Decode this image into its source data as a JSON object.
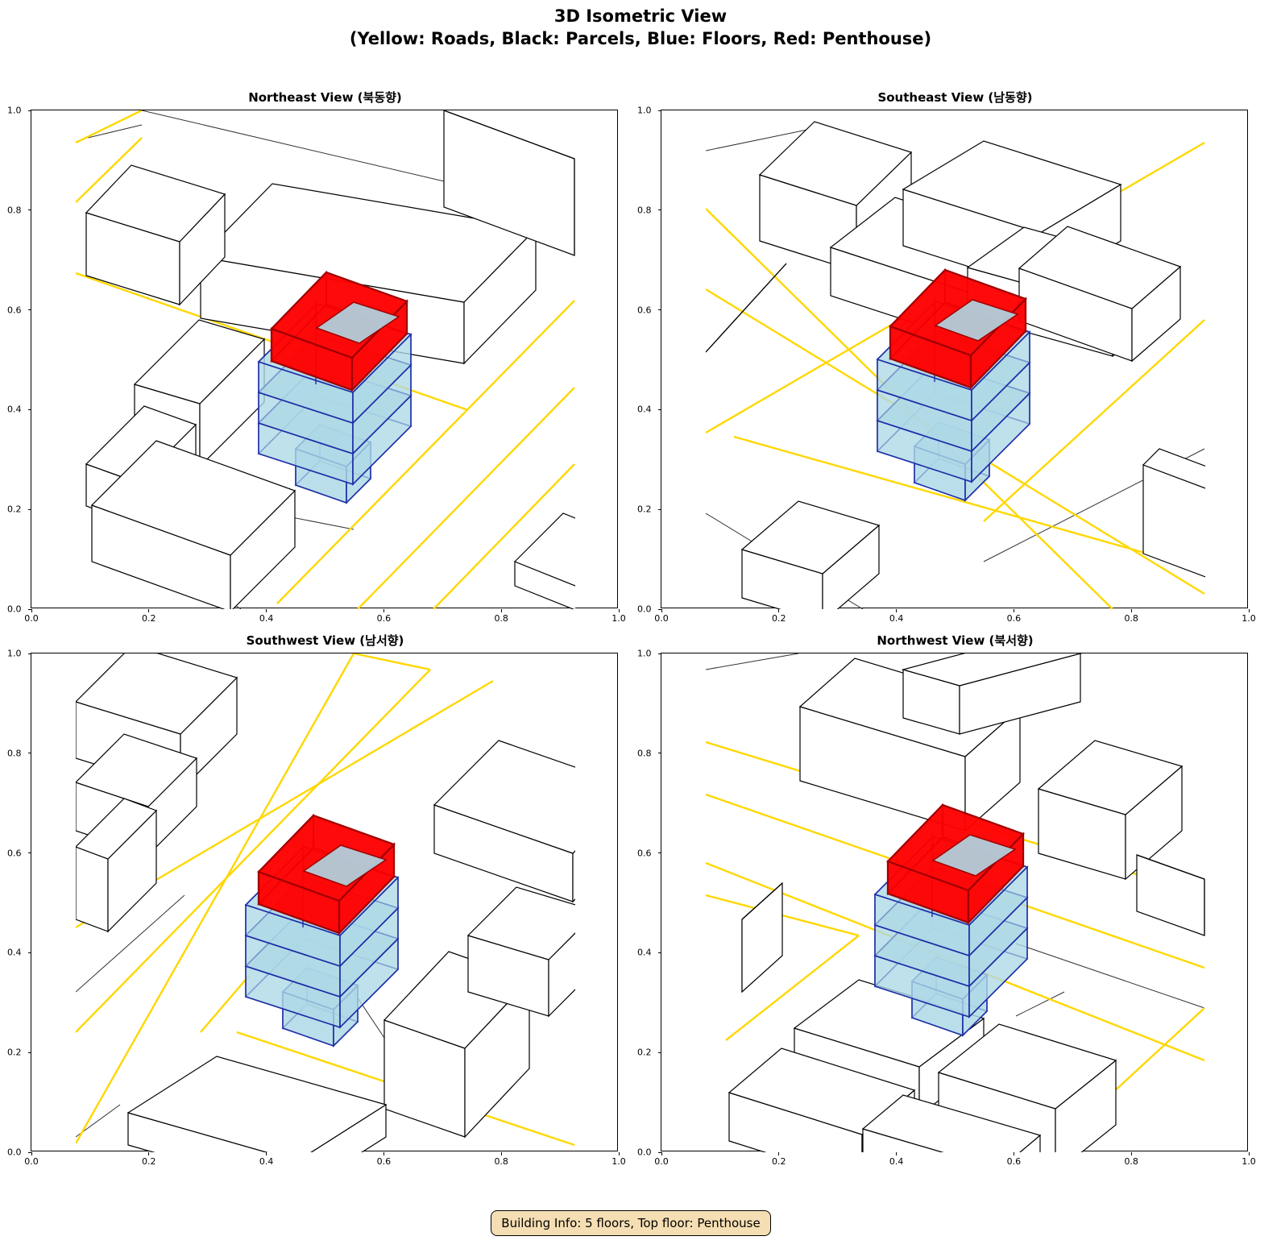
{
  "figure": {
    "title_line1": "3D Isometric View",
    "title_line2": "(Yellow: Roads, Black: Parcels, Blue: Floors, Red: Penthouse)"
  },
  "panels": [
    {
      "title": "Northeast View (북동향)"
    },
    {
      "title": "Southeast View (남동향)"
    },
    {
      "title": "Southwest View (남서향)"
    },
    {
      "title": "Northwest View (북서향)"
    }
  ],
  "axis_ticks": {
    "x": [
      "0.0",
      "0.2",
      "0.4",
      "0.6",
      "0.8",
      "1.0"
    ],
    "y": [
      "0.0",
      "0.2",
      "0.4",
      "0.6",
      "0.8",
      "1.0"
    ]
  },
  "colors": {
    "roads": "#ffd700",
    "parcels": "#000000",
    "floors": "#add8e6",
    "floor_edges": "#1f2fa8",
    "penthouse": "#ff0000"
  },
  "building": {
    "floors": 5,
    "top_floor": "Penthouse"
  },
  "footer": {
    "info": "Building Info: 5 floors, Top floor: Penthouse"
  }
}
